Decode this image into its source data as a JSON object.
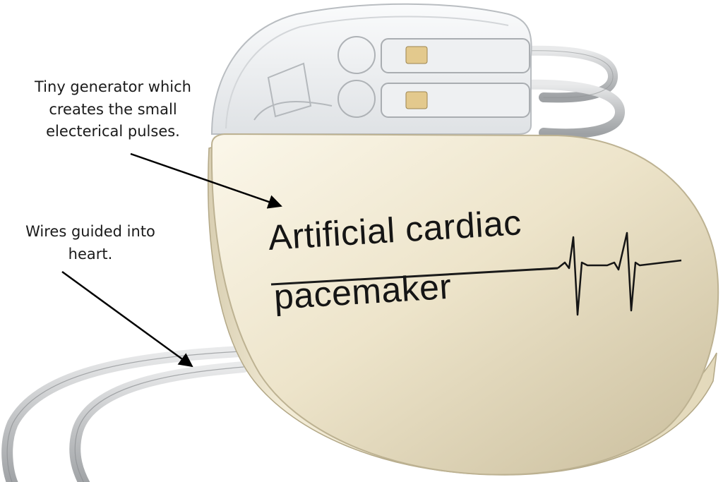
{
  "annotations": {
    "generator": "Tiny generator which\ncreates the small\nelecterical pulses.",
    "wires": "Wires guided into\nheart."
  },
  "device": {
    "label_line1": "Artificial cardiac",
    "label_line2": "pacemaker"
  },
  "colors": {
    "casing": "#e6dcc0",
    "casing_edge": "#b8ad8f",
    "header": "#f2f3f4",
    "lead": "#c4c6c8",
    "arrow": "#000000"
  }
}
